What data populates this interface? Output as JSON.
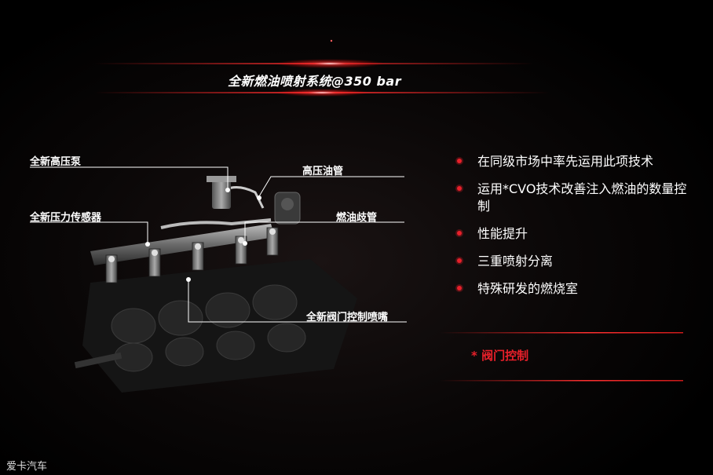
{
  "slide": {
    "title": "全新燃油喷射系统@350 bar",
    "labels": {
      "pump": "全新高压泵",
      "high_pressure_pipe": "高压油管",
      "pressure_sensor": "全新压力传感器",
      "fuel_rail": "燃油歧管",
      "valve_nozzle": "全新阀门控制喷嘴"
    },
    "bullets": [
      "在同级市场中率先运用此项技术",
      "运用*CVO技术改善注入燃油的数量控制",
      "性能提升",
      "三重喷射分离",
      "特殊研发的燃烧室"
    ],
    "note": "* 阀门控制",
    "watermark": "爱卡汽车"
  },
  "colors": {
    "accent": "#e8202a",
    "background": "#000000",
    "text": "#ffffff"
  }
}
